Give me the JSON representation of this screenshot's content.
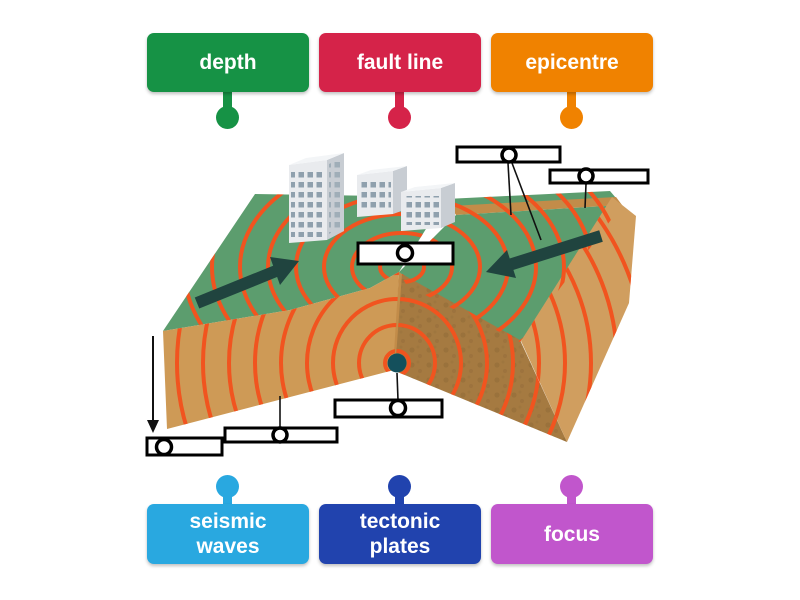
{
  "word_bank": {
    "top": [
      {
        "text": "depth",
        "color": "#169245"
      },
      {
        "text": "fault line",
        "color": "#d52349"
      },
      {
        "text": "epicentre",
        "color": "#f08200"
      }
    ],
    "bottom": [
      {
        "text": "seismic waves",
        "color": "#29a8e0"
      },
      {
        "text": "tectonic plates",
        "color": "#2143ae"
      },
      {
        "text": "focus",
        "color": "#c156cc"
      }
    ]
  },
  "diagram": {
    "description": "Cut-away block illustration of an earthquake: two tectonic plates at a fault, buildings on the surface, orange seismic wave rings radiating from the focus, dark focus dot at depth, arrows showing plate movement, vertical depth arrow, six blank answer boxes with ring markers",
    "palette": {
      "surface_green": "#5c9d6e",
      "soil_tan": "#ce9a56",
      "soil_cut_dark": "#a57a41",
      "soil_side_light": "#d09e5f",
      "fault_scarp_tan": "#c28c49",
      "wave_orange": "#f1541f",
      "arrow_teal": "#20443f",
      "focus_dot_teal": "#14505c",
      "building_light": "#e9ebee",
      "building_side": "#c8cdd3",
      "building_roof": "#f3f5f7",
      "window_grey": "#8fa0ad",
      "target_fill": "#ffffff",
      "target_outline": "#000000",
      "connector_line": "#111111"
    },
    "drop_targets": [
      {
        "id": "target-1"
      },
      {
        "id": "target-2"
      },
      {
        "id": "target-3"
      },
      {
        "id": "target-4"
      },
      {
        "id": "target-5"
      },
      {
        "id": "target-6"
      }
    ]
  }
}
